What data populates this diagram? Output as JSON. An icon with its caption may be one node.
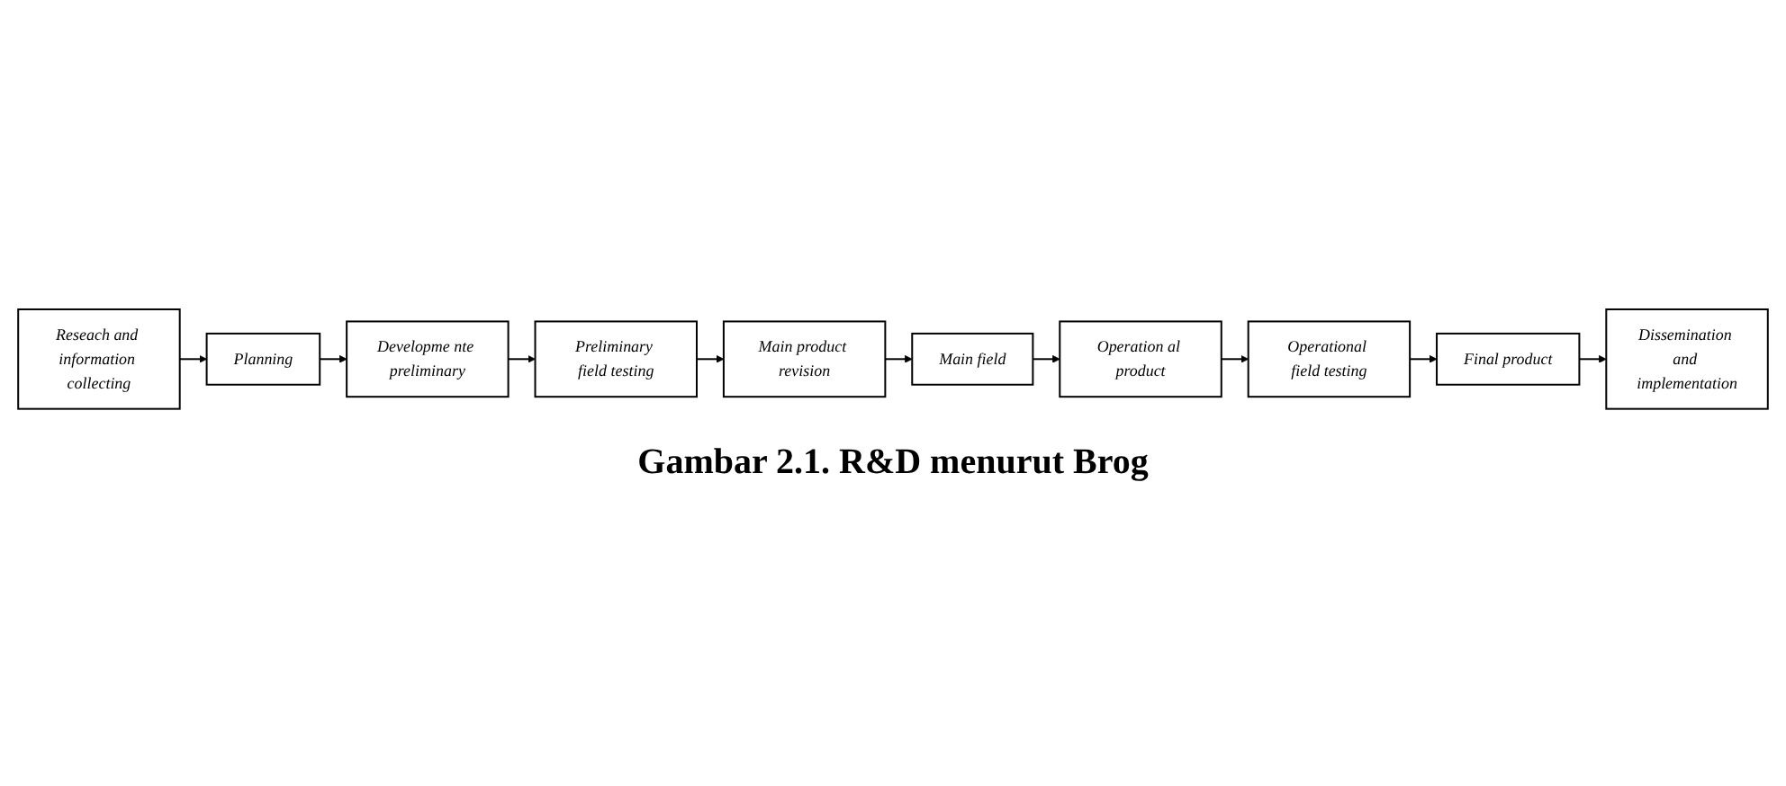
{
  "diagram": {
    "caption": "Gambar 2.1. R&D menurut Brog",
    "nodes": [
      {
        "text": [
          "Reseach and information collecting"
        ]
      },
      {
        "text": [
          "Planning"
        ]
      },
      {
        "text": [
          "Developme nte preliminary"
        ]
      },
      {
        "text": [
          "Preliminary field testing"
        ]
      },
      {
        "text": [
          "Main product revision"
        ]
      },
      {
        "text": [
          "Main field"
        ]
      },
      {
        "text": [
          "Operation al product"
        ]
      },
      {
        "text": [
          "Operational field testing"
        ]
      },
      {
        "text": [
          "Final product"
        ]
      },
      {
        "text": [
          "Dissemination and implementation"
        ]
      }
    ],
    "edges": [
      {
        "from": 0,
        "to": 1,
        "arrow": "to"
      },
      {
        "from": 1,
        "to": 2,
        "arrow": "to"
      },
      {
        "from": 2,
        "to": 3,
        "arrow": "to"
      },
      {
        "from": 3,
        "to": 4,
        "arrow": "to"
      },
      {
        "from": 4,
        "to": 5,
        "arrow": "to"
      },
      {
        "from": 5,
        "to": 6,
        "arrow": "to"
      },
      {
        "from": 6,
        "to": 7,
        "arrow": "to"
      },
      {
        "from": 7,
        "to": 8,
        "arrow": "to"
      },
      {
        "from": 8,
        "to": 9,
        "arrow": "to"
      }
    ]
  }
}
